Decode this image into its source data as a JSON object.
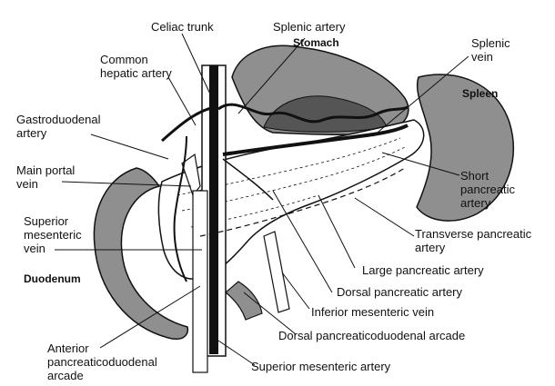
{
  "labels": {
    "celiac_trunk": "Celiac trunk",
    "splenic_artery": "Splenic artery",
    "stomach": "Stomach",
    "splenic_vein": "Splenic\nvein",
    "common_hepatic_artery": "Common\nhepatic artery",
    "spleen": "Spleen",
    "gastroduodenal_artery": "Gastroduodenal\nartery",
    "main_portal_vein": "Main portal\nvein",
    "short_pancreatic_artery": "Short\npancreatic\nartery",
    "superior_mesenteric_vein": "Superior\nmesenteric\nvein",
    "transverse_pancreatic_artery": "Transverse pancreatic\nartery",
    "large_pancreatic_artery": "Large pancreatic artery",
    "duodenum": "Duodenum",
    "dorsal_pancreatic_artery": "Dorsal pancreatic artery",
    "inferior_mesenteric_vein": "Inferior mesenteric vein",
    "dorsal_pancreaticoduodenal_arcade": "Dorsal pancreaticoduodenal arcade",
    "anterior_pancreaticoduodenal_arcade": "Anterior\npancreaticoduodenal\narcade",
    "superior_mesenteric_artery": "Superior mesenteric artery"
  },
  "colors": {
    "organ_fill": "#8f8f8f",
    "organ_dark": "#555555",
    "line": "#111111",
    "vein_fill": "#ffffff"
  }
}
